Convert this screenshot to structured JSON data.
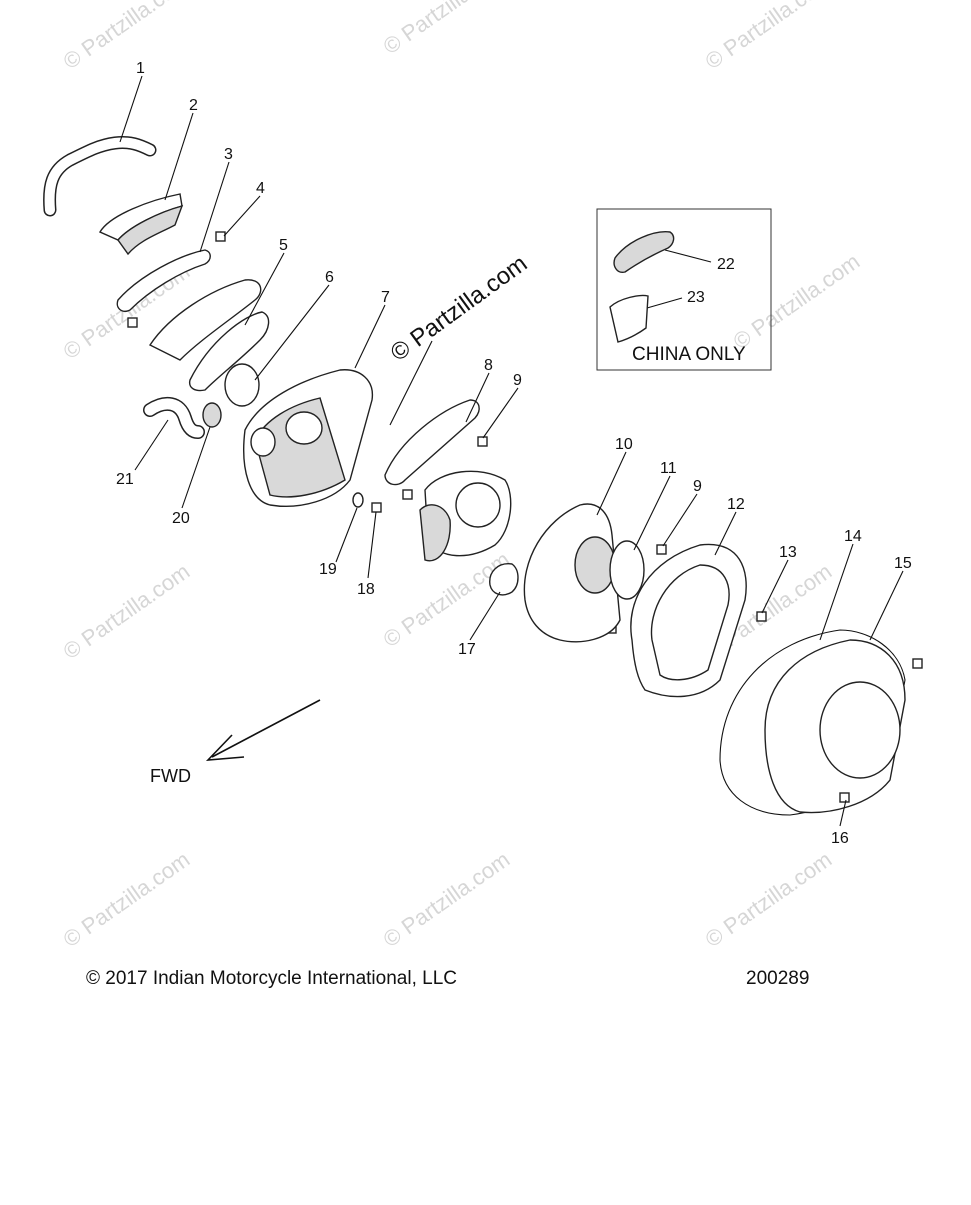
{
  "watermark_text": "© Partzilla.com",
  "main_watermark": "© Partzilla.com",
  "inset_label": "CHINA ONLY",
  "direction_label": "FWD",
  "copyright": "© 2017 Indian Motorcycle International, LLC",
  "diagram_number": "200289",
  "callouts": {
    "c1": "1",
    "c2": "2",
    "c3": "3",
    "c4": "4",
    "c5": "5",
    "c6": "6",
    "c7": "7",
    "c8": "8",
    "c9a": "9",
    "c9b": "9",
    "c10": "10",
    "c11": "11",
    "c12": "12",
    "c13": "13",
    "c14": "14",
    "c15": "15",
    "c16": "16",
    "c17": "17",
    "c18": "18",
    "c19": "19",
    "c20": "20",
    "c21": "21",
    "c22": "22",
    "c23": "23"
  },
  "colors": {
    "line": "#111111",
    "watermark": "#d6d6d6",
    "part_fill": "#ffffff"
  }
}
